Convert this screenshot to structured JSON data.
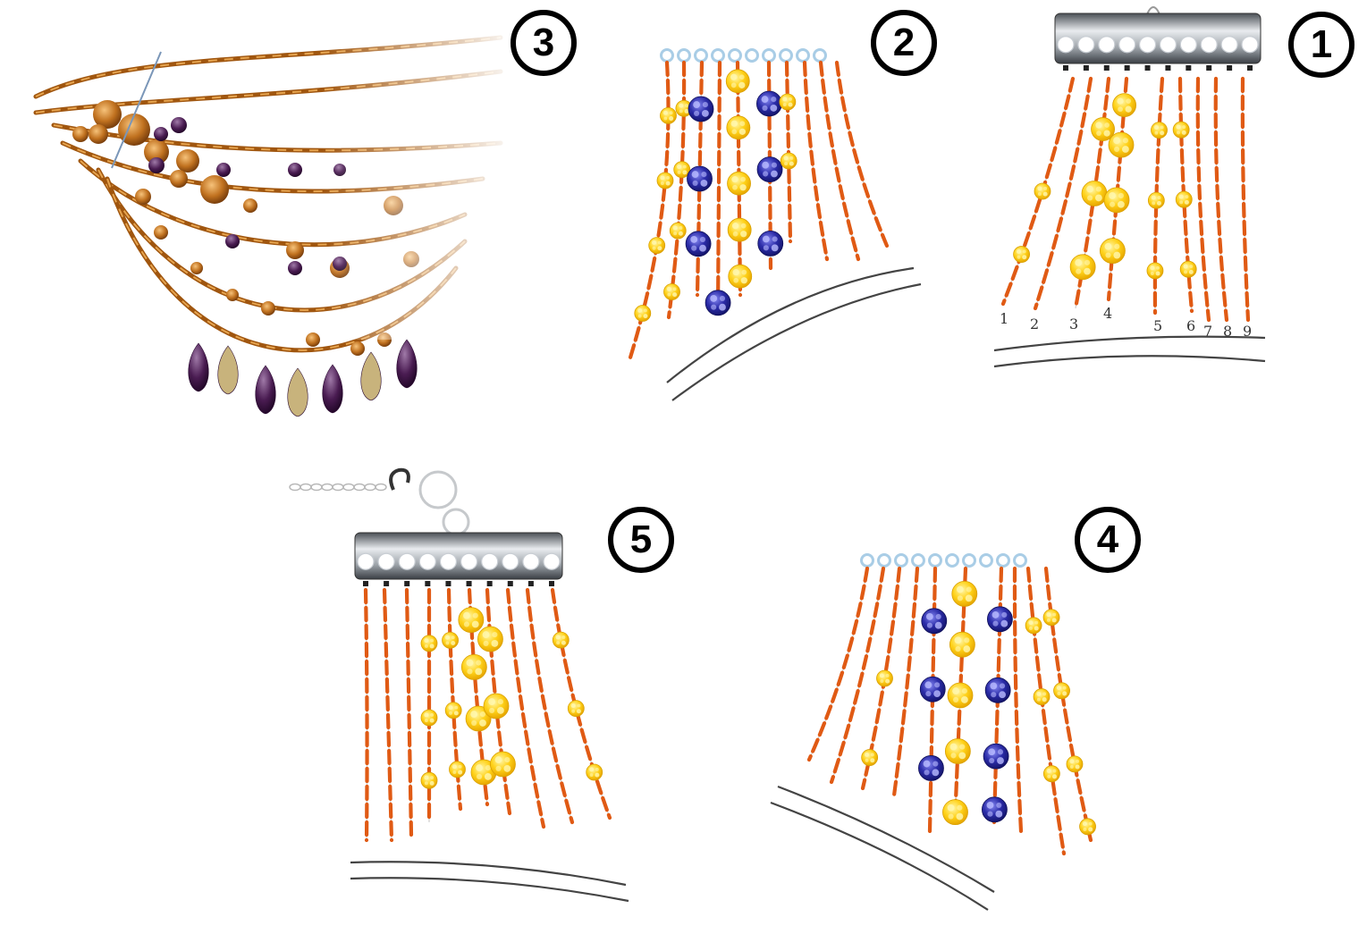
{
  "colors": {
    "background": "#ffffff",
    "wire": "#e05a14",
    "bead_yellow": "#f5c400",
    "bead_yellow_light": "#ffe24a",
    "bead_blue": "#22239a",
    "bead_blue_light": "#5d5fd8",
    "ring": "#a9cde6",
    "clasp_metal": "#9aa0a6",
    "amber": "#b5651d",
    "amber_light": "#e8a04c",
    "amethyst": "#4a1c52",
    "neck_line": "#444444"
  },
  "steps": [
    {
      "id": "1",
      "label": "1",
      "strand_numbers": [
        "1",
        "2",
        "3",
        "4",
        "5",
        "6",
        "7",
        "8",
        "9"
      ]
    },
    {
      "id": "2",
      "label": "2"
    },
    {
      "id": "3",
      "label": "3"
    },
    {
      "id": "4",
      "label": "4"
    },
    {
      "id": "5",
      "label": "5"
    }
  ],
  "icons": {
    "badge": "circled-number-icon",
    "clasp": "clasp-bar-icon",
    "ring": "jump-ring-icon",
    "chain": "chain-icon"
  }
}
